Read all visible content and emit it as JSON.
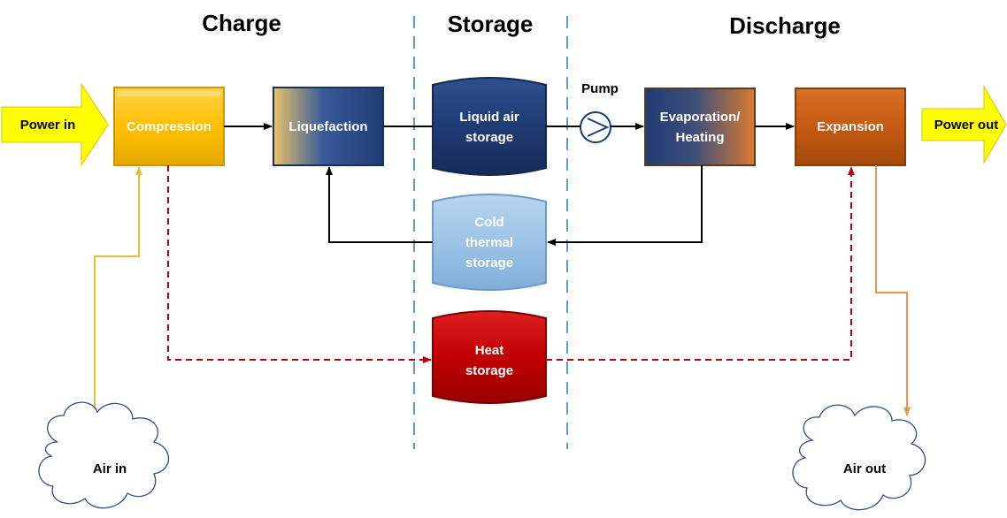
{
  "sections": {
    "charge": "Charge",
    "storage": "Storage",
    "discharge": "Discharge"
  },
  "arrows": {
    "power_in": "Power in",
    "power_out": "Power out"
  },
  "components": {
    "compression": "Compression",
    "liquefaction": "Liquefaction",
    "liquid_air_storage": [
      "Liquid air",
      "storage"
    ],
    "evaporation": [
      "Evaporation/",
      "Heating"
    ],
    "expansion": "Expansion",
    "cold_storage": [
      "Cold",
      "thermal",
      "storage"
    ],
    "heat_storage": [
      "Heat",
      "storage"
    ],
    "pump": "Pump"
  },
  "clouds": {
    "air_in": "Air in",
    "air_out": "Air out"
  },
  "colors": {
    "compression": "#FFC000",
    "dark_blue": "#1F3B73",
    "expansion": "#C55A11",
    "cold": "#9DC3E6",
    "heat": "#C00000",
    "power_arrow": "#FFFF00",
    "divider": "#5B9BD5",
    "air_in_line": "#F5B932",
    "air_out_line": "#ED9650",
    "heat_flow": "#C00000"
  }
}
